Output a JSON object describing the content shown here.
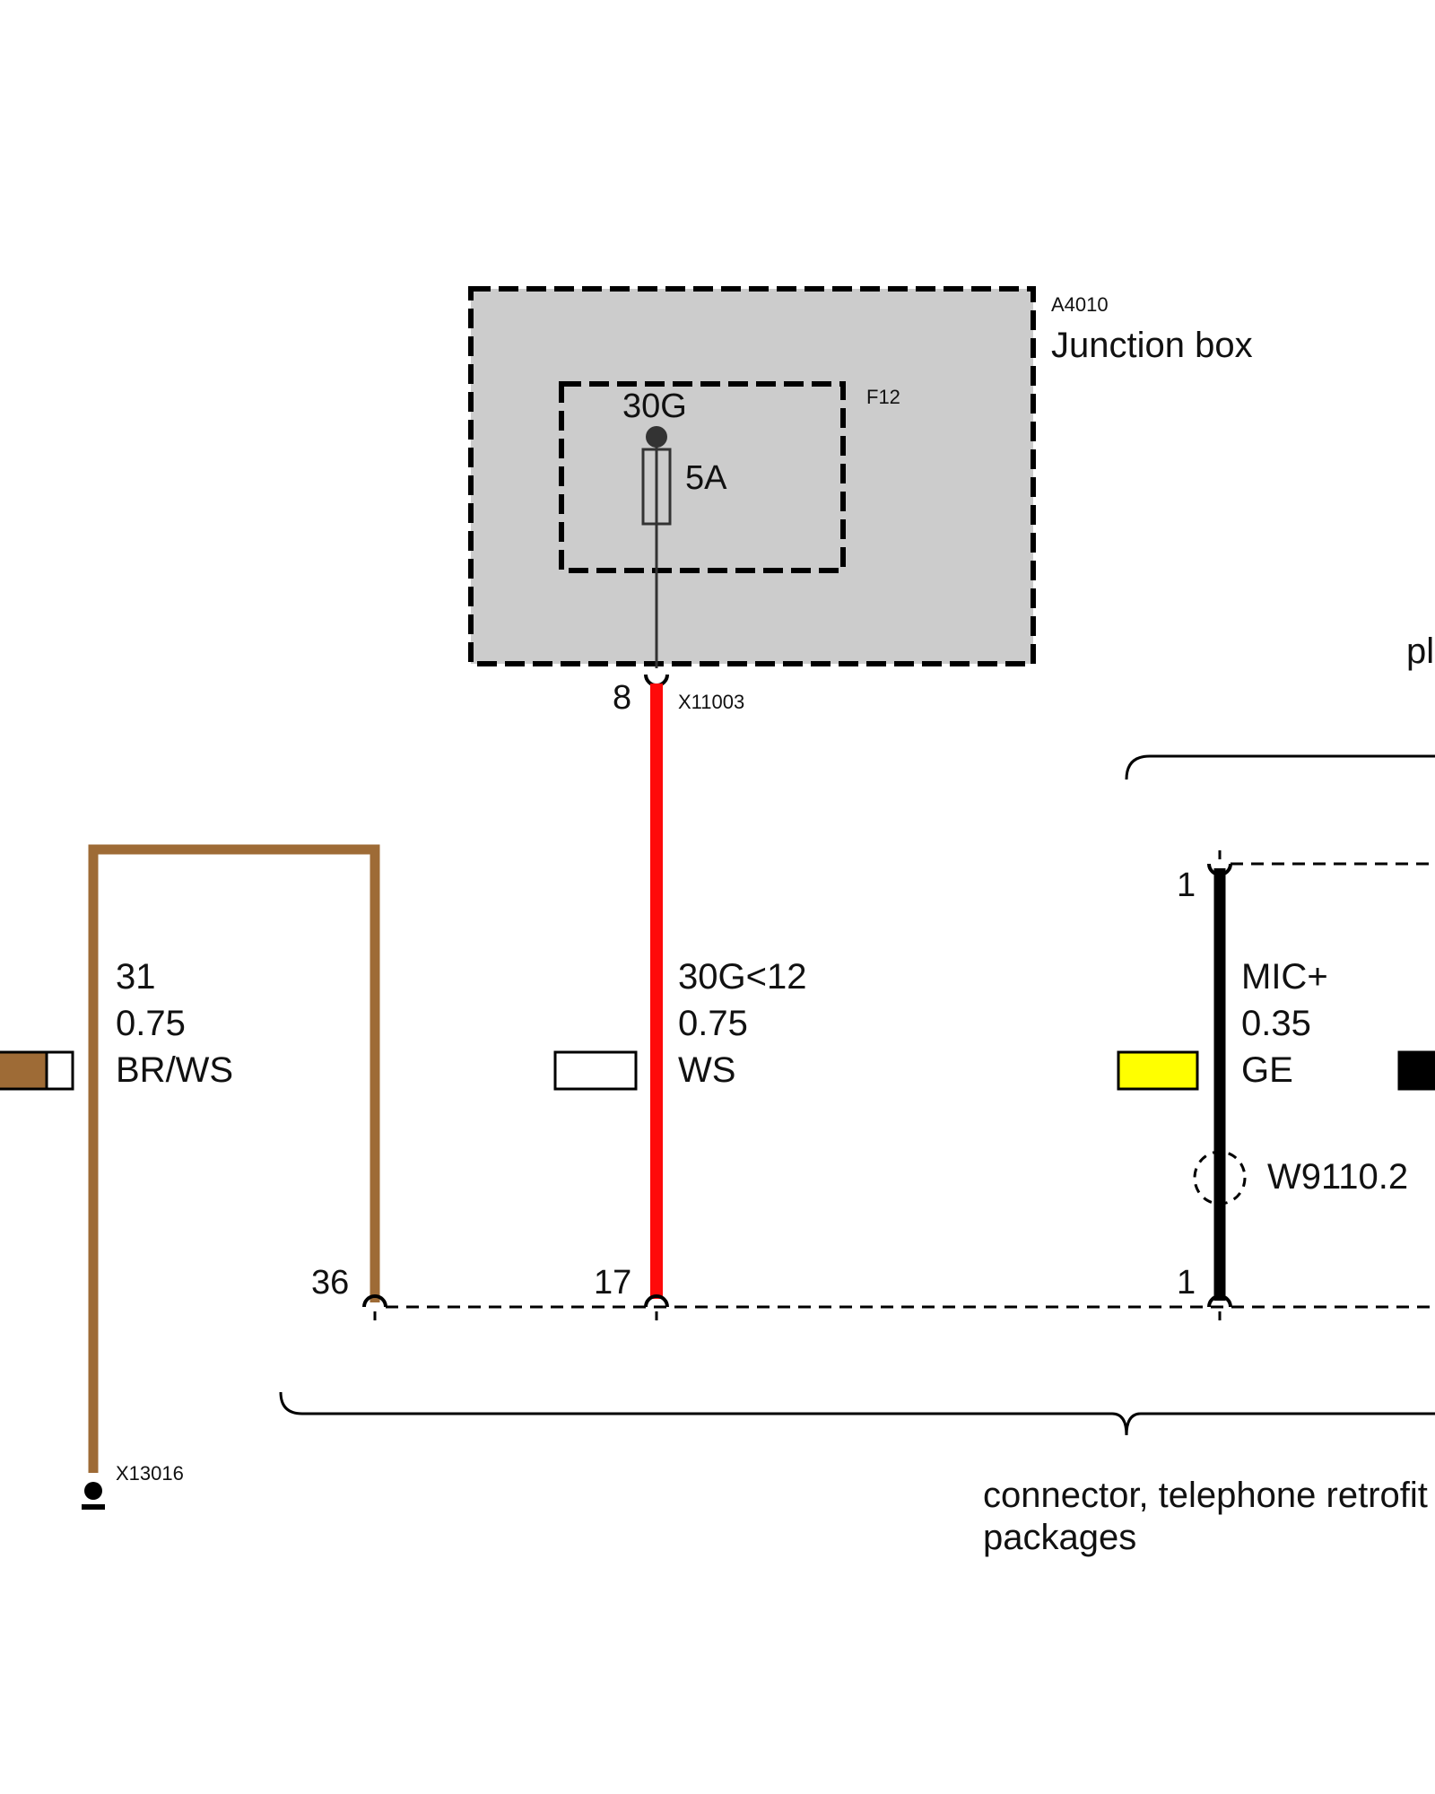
{
  "junction_box": {
    "id": "A4010",
    "name": "Junction box",
    "fuse": {
      "id": "F12",
      "terminal": "30G",
      "rating": "5A"
    },
    "pin": "8",
    "connector": "X11003"
  },
  "wires": [
    {
      "signal": "31",
      "cross_section": "0.75",
      "color_code": "BR/WS",
      "color": "#9e6b36",
      "pin_bottom": "36"
    },
    {
      "signal": "30G<12",
      "cross_section": "0.75",
      "color_code": "WS",
      "color": "#ff0a0a",
      "pin_bottom": "17"
    },
    {
      "signal": "MIC+",
      "cross_section": "0.35",
      "color_code": "GE",
      "color": "#000000",
      "pin_top": "1",
      "pin_bottom": "1",
      "shield": "W9110.2"
    }
  ],
  "color_swatches": [
    {
      "fill": "#9e6b36",
      "stripe": "#ffffff"
    },
    {
      "fill": "#ffffff"
    },
    {
      "fill": "#ffff00"
    },
    {
      "fill": "#000000"
    }
  ],
  "ground": {
    "id": "X13016"
  },
  "connector_group": {
    "label_line1": "connector, telephone retrofit",
    "label_line2": "packages"
  },
  "right_edge_text": "pl"
}
